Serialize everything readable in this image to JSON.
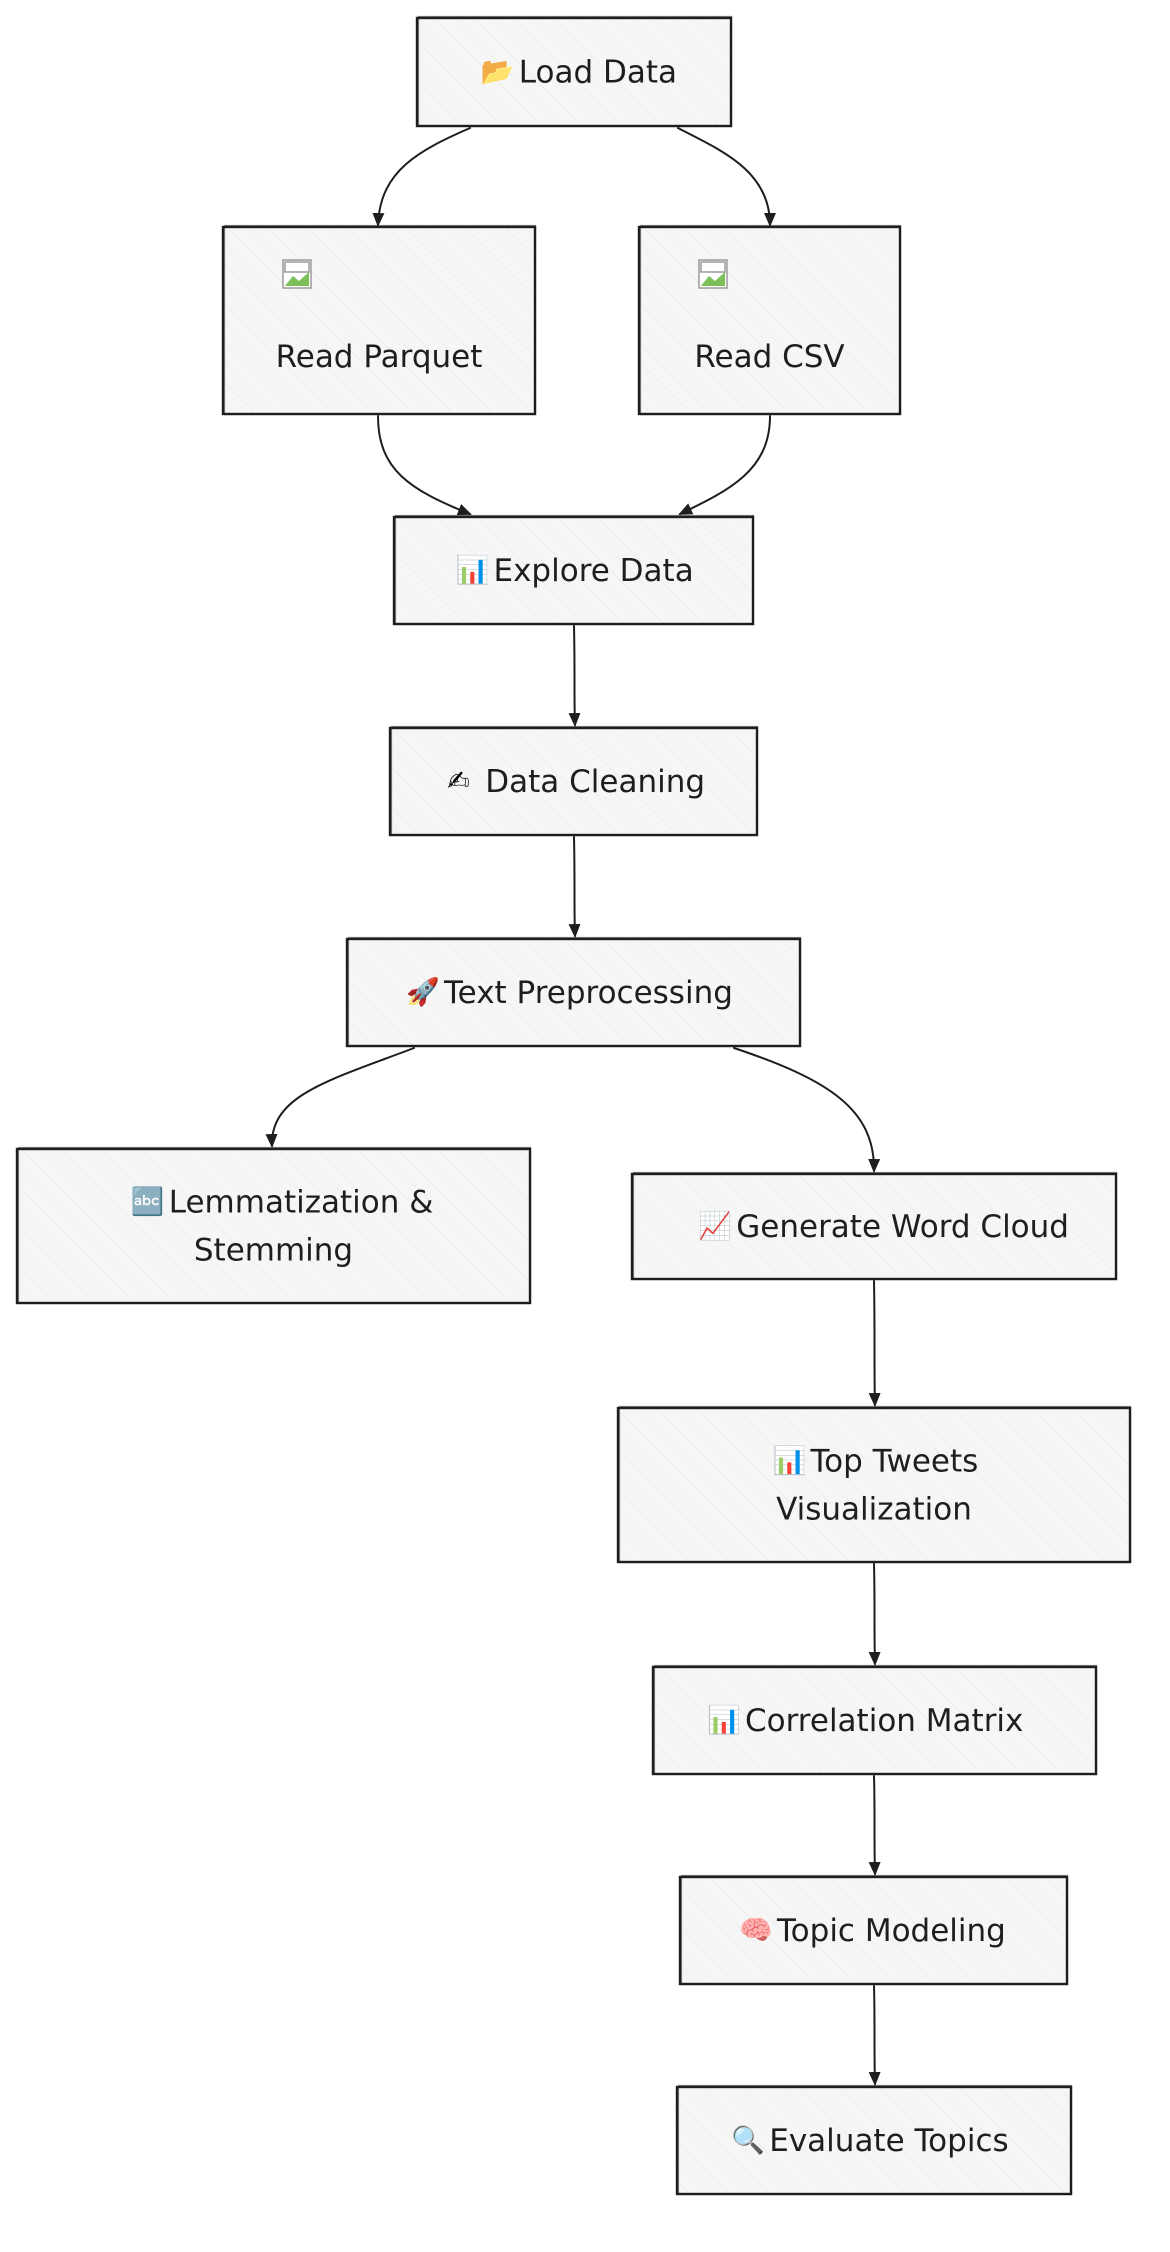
{
  "diagram": {
    "nodes": [
      {
        "id": "load-data",
        "icon_name": "folder-icon",
        "icon": "📂",
        "lines": [
          "Load Data"
        ]
      },
      {
        "id": "read-parquet",
        "icon_name": "broken-image-icon",
        "icon": "",
        "lines": [
          "Read Parquet"
        ]
      },
      {
        "id": "read-csv",
        "icon_name": "broken-image-icon",
        "icon": "",
        "lines": [
          "Read CSV"
        ]
      },
      {
        "id": "explore-data",
        "icon_name": "bar-chart-icon",
        "icon": "📊",
        "lines": [
          "Explore Data"
        ]
      },
      {
        "id": "data-cleaning",
        "icon_name": "writing-hand-icon",
        "icon": "✍",
        "lines": [
          "Data Cleaning"
        ]
      },
      {
        "id": "text-preprocessing",
        "icon_name": "rocket-icon",
        "icon": "🚀",
        "lines": [
          "Text Preprocessing"
        ]
      },
      {
        "id": "lemmatization-stemming",
        "icon_name": "abc-icon",
        "icon": "🔤",
        "lines": [
          "Lemmatization &",
          "Stemming"
        ]
      },
      {
        "id": "generate-word-cloud",
        "icon_name": "trending-chart-icon",
        "icon": "📈",
        "lines": [
          "Generate Word Cloud"
        ]
      },
      {
        "id": "top-tweets-visualization",
        "icon_name": "bar-chart-icon",
        "icon": "📊",
        "lines": [
          "Top Tweets",
          "Visualization"
        ]
      },
      {
        "id": "correlation-matrix",
        "icon_name": "bar-chart-icon",
        "icon": "📊",
        "lines": [
          "Correlation Matrix"
        ]
      },
      {
        "id": "topic-modeling",
        "icon_name": "brain-icon",
        "icon": "🧠",
        "lines": [
          "Topic Modeling"
        ]
      },
      {
        "id": "evaluate-topics",
        "icon_name": "magnifier-icon",
        "icon": "🔍",
        "lines": [
          "Evaluate Topics"
        ]
      }
    ],
    "edges": [
      {
        "from": "load-data",
        "to": "read-parquet"
      },
      {
        "from": "load-data",
        "to": "read-csv"
      },
      {
        "from": "read-parquet",
        "to": "explore-data"
      },
      {
        "from": "read-csv",
        "to": "explore-data"
      },
      {
        "from": "explore-data",
        "to": "data-cleaning"
      },
      {
        "from": "data-cleaning",
        "to": "text-preprocessing"
      },
      {
        "from": "text-preprocessing",
        "to": "lemmatization-stemming"
      },
      {
        "from": "text-preprocessing",
        "to": "generate-word-cloud"
      },
      {
        "from": "generate-word-cloud",
        "to": "top-tweets-visualization"
      },
      {
        "from": "top-tweets-visualization",
        "to": "correlation-matrix"
      },
      {
        "from": "correlation-matrix",
        "to": "topic-modeling"
      },
      {
        "from": "topic-modeling",
        "to": "evaluate-topics"
      }
    ],
    "colors": {
      "stroke": "#1e1e1e",
      "fill": "#f6f6f6",
      "background": "#ffffff"
    }
  }
}
